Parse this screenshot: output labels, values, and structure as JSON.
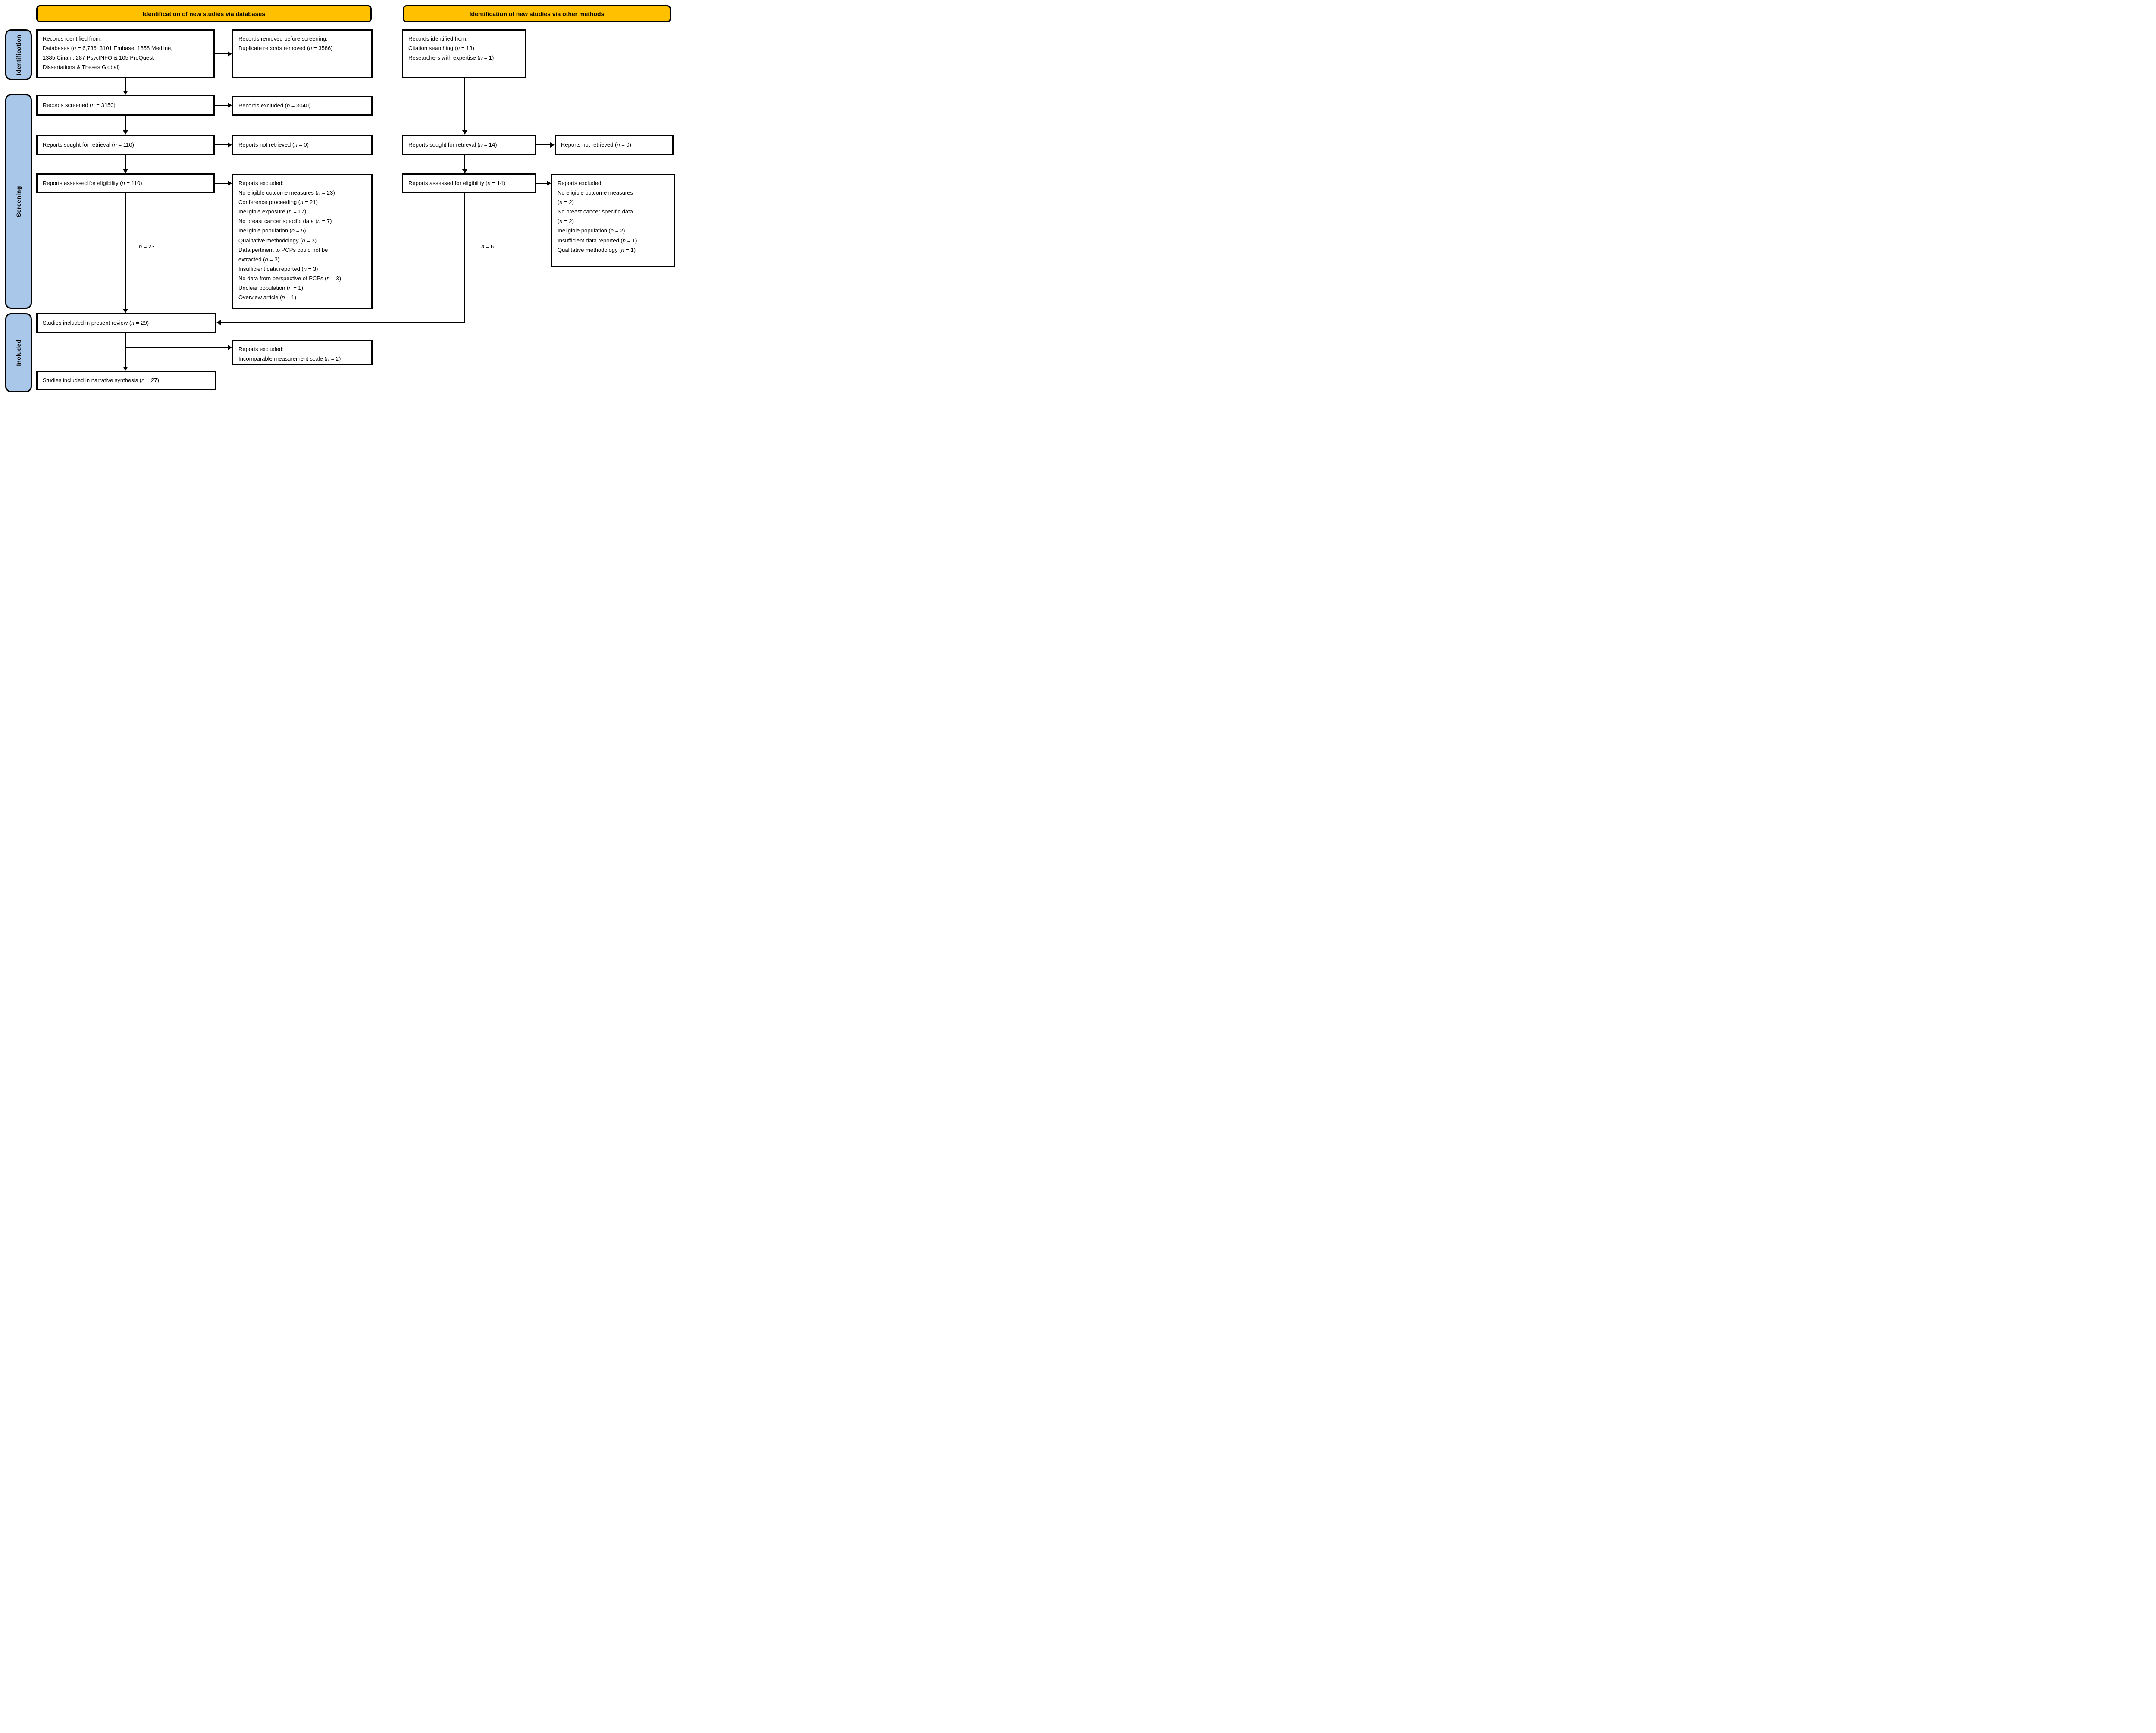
{
  "headers": {
    "databases": "Identification of new studies via databases",
    "other_methods": "Identification of new studies via other methods"
  },
  "stage_labels": {
    "identification": "Identification",
    "screening": "Screening",
    "included": "Included"
  },
  "colors": {
    "header_bg": "#FFC000",
    "stage_bg": "#A9C7E9",
    "line": "#000000"
  },
  "boxes": {
    "db_records_identified": "Records identified from:\nDatabases (n = 6,736; 3101 Embase, 1858 Medline,\n1385 Cinahl, 287 PsycINFO & 105 ProQuest\nDissertations & Theses Global)",
    "db_records_removed": "Records removed before screening:\nDuplicate records removed (n = 3586)",
    "db_records_screened": "Records screened (n = 3150)",
    "db_records_excluded": "Records excluded (n = 3040)",
    "db_reports_sought": "Reports sought for retrieval (n = 110)",
    "db_reports_not_retrieved": "Reports not retrieved (n = 0)",
    "db_reports_assessed": "Reports assessed for eligibility (n = 110)",
    "db_reports_excluded": "Reports excluded:\nNo eligible outcome measures (n = 23)\nConference proceeding (n = 21)\nIneligible exposure (n = 17)\nNo breast cancer specific data (n = 7)\nIneligible population (n = 5)\nQualitative methodology (n = 3)\nData pertinent to PCPs could not be\nextracted (n = 3)\nInsufficient data reported (n = 3)\nNo data from perspective of PCPs (n = 3)\nUnclear population (n = 1)\nOverview article (n = 1)",
    "om_records_identified": "Records identified from:\nCitation searching (n = 13)\nResearchers with expertise (n = 1)",
    "om_reports_sought": "Reports sought for retrieval (n = 14)",
    "om_reports_not_retrieved": "Reports not retrieved (n = 0)",
    "om_reports_assessed": "Reports assessed for eligibility (n = 14)",
    "om_reports_excluded": "Reports excluded:\nNo eligible outcome measures\n(n = 2)\nNo breast cancer specific data\n(n = 2)\nIneligible population (n = 2)\nInsufficient data reported (n = 1)\nQualitative methodology (n = 1)",
    "included_present_review": "Studies included in present review (n = 29)",
    "included_reports_excluded": "Reports excluded:\nIncomparable measurement scale (n = 2)",
    "included_narrative_synthesis": "Studies included in narrative synthesis (n = 27)"
  },
  "annotations": {
    "n23": "n = 23",
    "n6": "n = 6"
  }
}
